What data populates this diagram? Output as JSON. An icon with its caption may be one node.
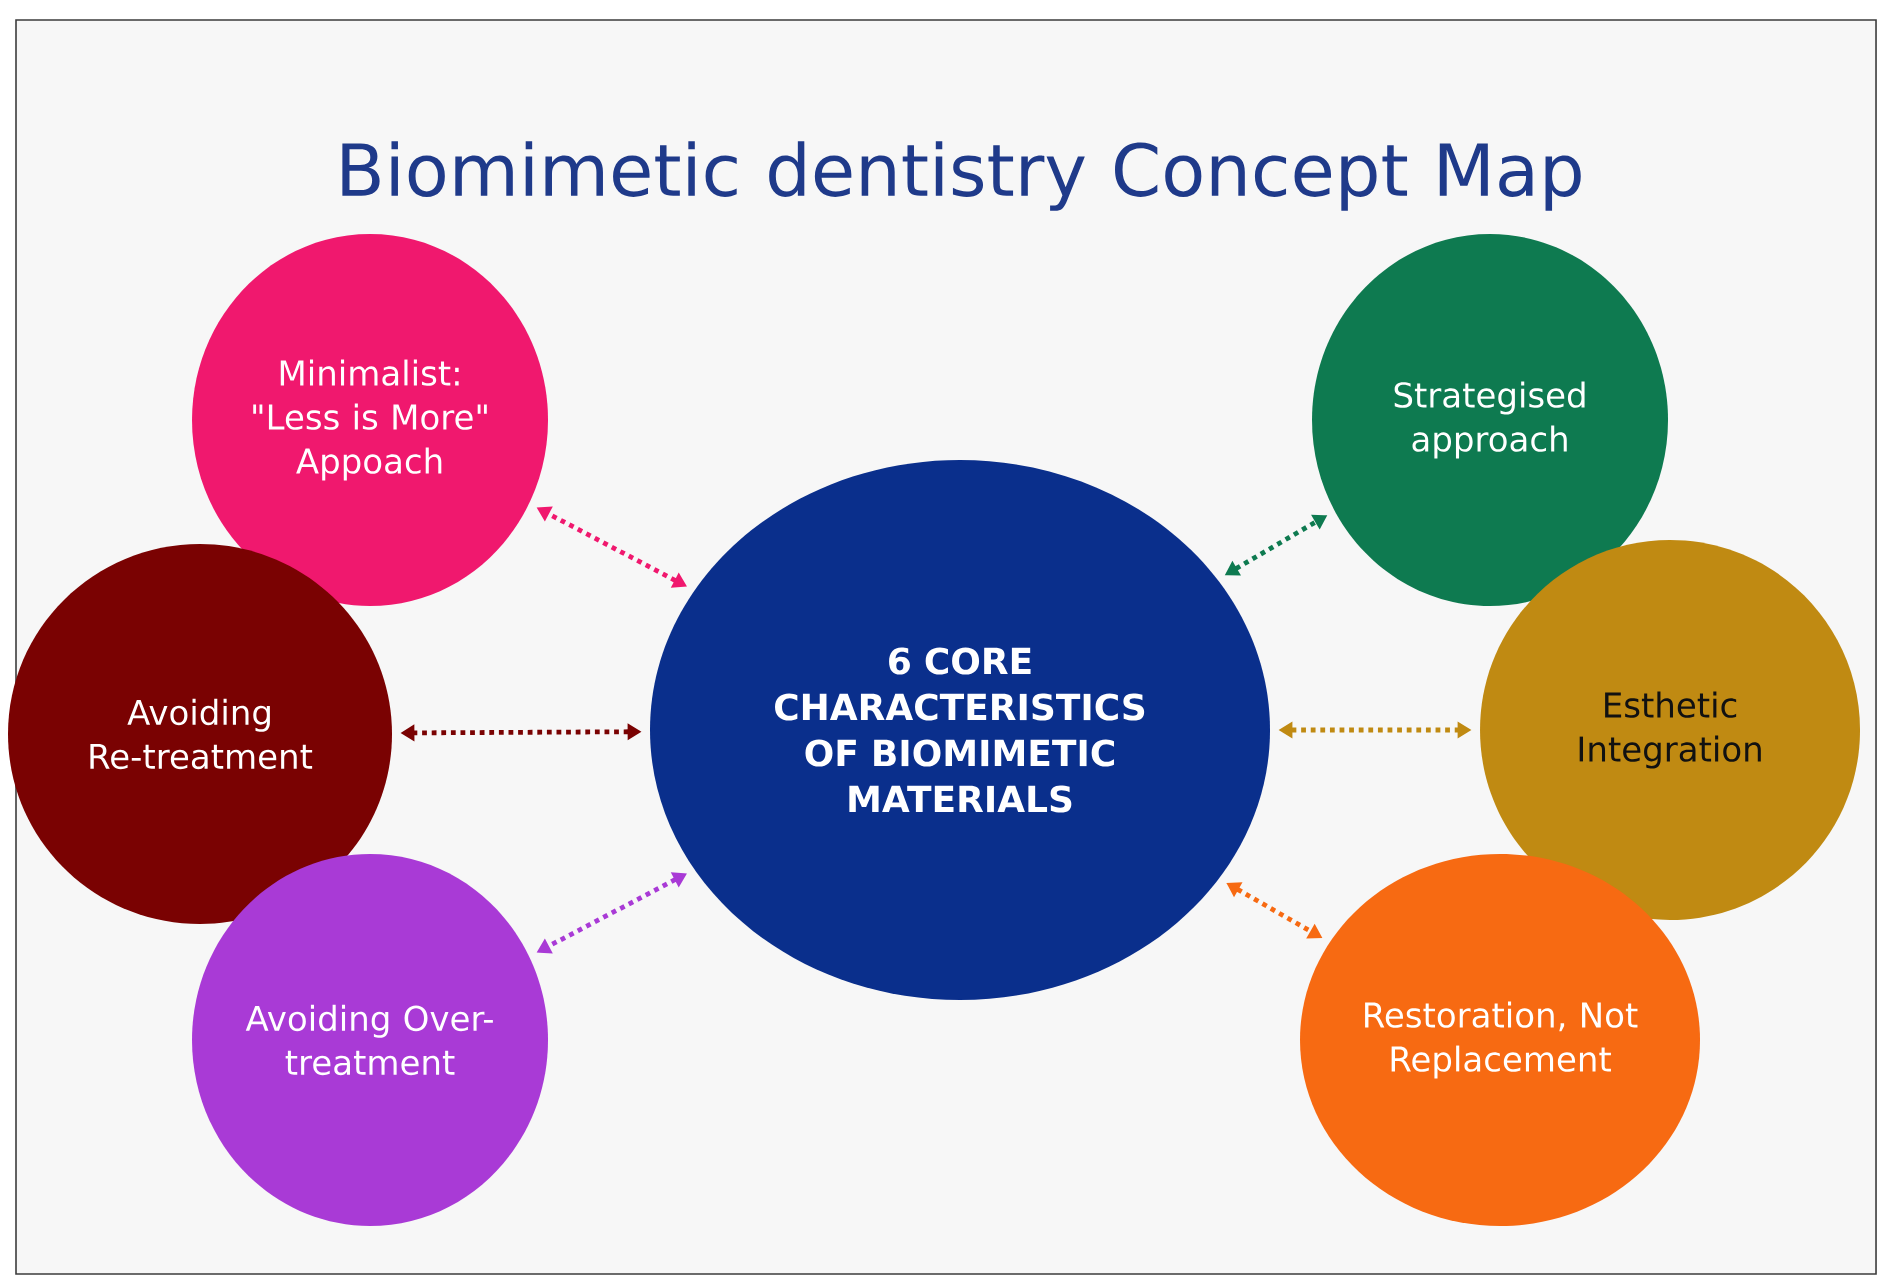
{
  "diagram": {
    "title": "Biomimetic dentistry Concept Map",
    "nodes": [
      {
        "text": [
          "Minimalist: \"Less is More\" Appoach"
        ]
      },
      {
        "text": [
          "Strategised approach"
        ]
      },
      {
        "text": [
          "Avoiding Re-treatment"
        ]
      },
      {
        "text": [
          "6 CORE CHARACTERISTICS OF BIOMIMETIC MATERIALS"
        ]
      },
      {
        "text": [
          "Esthetic Integration"
        ]
      },
      {
        "text": [
          "Avoiding Over-treatment"
        ]
      },
      {
        "text": [
          "Restoration, Not Replacement"
        ]
      }
    ],
    "edges": [
      {
        "from": 3,
        "to": 0,
        "arrow": "both",
        "style": "dashed",
        "color": "#f0186e"
      },
      {
        "from": 3,
        "to": 1,
        "arrow": "both",
        "style": "dashed",
        "color": "#0e7a50"
      },
      {
        "from": 3,
        "to": 2,
        "arrow": "both",
        "style": "dashed",
        "color": "#7a0202"
      },
      {
        "from": 3,
        "to": 4,
        "arrow": "both",
        "style": "dashed",
        "color": "#c08a12"
      },
      {
        "from": 3,
        "to": 5,
        "arrow": "both",
        "style": "dashed",
        "color": "#a93ad6"
      },
      {
        "from": 3,
        "to": 6,
        "arrow": "both",
        "style": "dashed",
        "color": "#f76a12"
      }
    ]
  }
}
